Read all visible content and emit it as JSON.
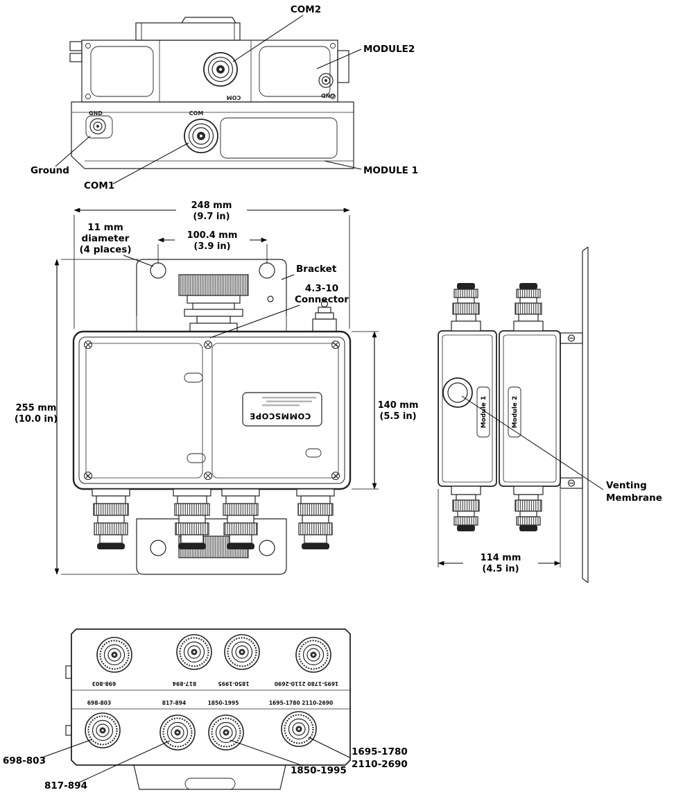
{
  "page": {
    "background": "#ffffff",
    "ink": "#1a1a1a"
  },
  "top_view": {
    "com2": "COM2",
    "module2": "MODULE2",
    "module1": "MODULE 1",
    "ground": "Ground",
    "com1": "COM1",
    "gnd_left": "GND",
    "gnd_right": "GND",
    "com_engraved_top": "COM",
    "com_engraved_front": "COM"
  },
  "front_view": {
    "dim_width_mm": "248 mm",
    "dim_width_in": "(9.7 in)",
    "dim_hole_spacing_mm": "100.4 mm",
    "dim_hole_spacing_in": "(3.9 in)",
    "hole_note_line1": "11 mm",
    "hole_note_line2": "diameter",
    "hole_note_line3": "(4 places)",
    "bracket": "Bracket",
    "connector_line1": "4.3-10",
    "connector_line2": "Connector",
    "dim_height_mm": "255 mm",
    "dim_height_in": "(10.0 in)",
    "dim_body_height_mm": "140 mm",
    "dim_body_height_in": "(5.5 in)",
    "brand": "COMMSCOPE"
  },
  "side_view": {
    "module1": "Module 1",
    "module2": "Module 2",
    "venting_line1": "Venting",
    "venting_line2": "Membrane",
    "dim_depth_mm": "114 mm",
    "dim_depth_in": "(4.5 in)"
  },
  "bottom_view": {
    "back_labels": [
      "698-803",
      "817-894",
      "1850-1995",
      "1695-1780 2110-2690"
    ],
    "front_labels": [
      "698-803",
      "817-894",
      "1850-1995",
      "1695-1780 2110-2690"
    ],
    "callout_698": "698-803",
    "callout_817": "817-894",
    "callout_1850": "1850-1995",
    "callout_1695_line1": "1695-1780",
    "callout_1695_line2": "2110-2690"
  }
}
